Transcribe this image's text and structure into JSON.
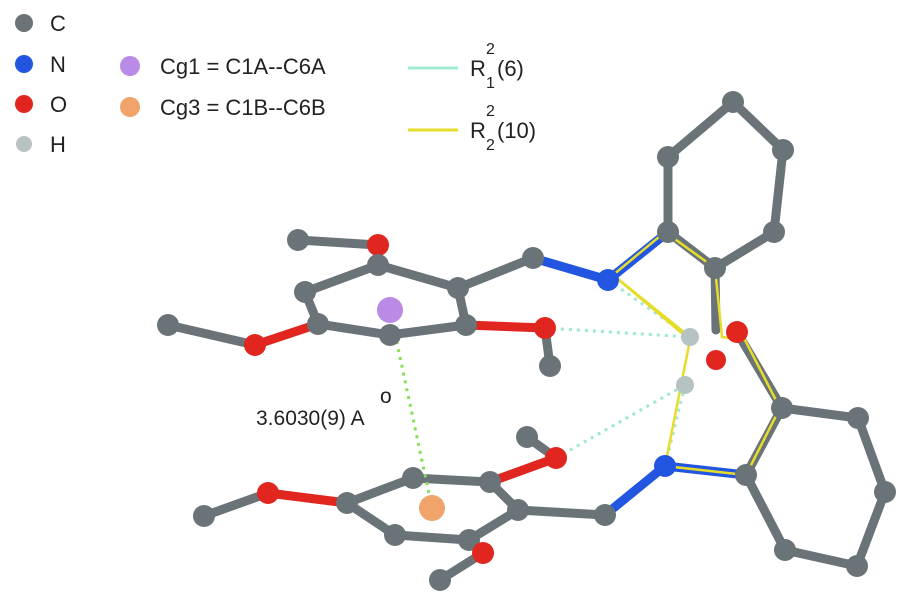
{
  "colors": {
    "carbon": "#6a7378",
    "nitrogen": "#2356e0",
    "oxygen": "#e0261e",
    "hydrogen": "#b7c2c2",
    "cg1": "#b98ae6",
    "cg3": "#f0a36a",
    "r216": "#9fe8d2",
    "r2210": "#e6dc2a",
    "contact": "#86e05a"
  },
  "legend": {
    "atoms": [
      {
        "symbol": "C",
        "color_key": "carbon"
      },
      {
        "symbol": "N",
        "color_key": "nitrogen"
      },
      {
        "symbol": "O",
        "color_key": "oxygen"
      },
      {
        "symbol": "H",
        "color_key": "hydrogen"
      }
    ],
    "centroids": [
      {
        "label": "Cg1 = C1A--C6A",
        "color_key": "cg1"
      },
      {
        "label": "Cg3 = C1B--C6B",
        "color_key": "cg3"
      }
    ],
    "motifs": [
      {
        "base": "R",
        "sup": "2",
        "sub": "1",
        "suffix": "(6)",
        "color_key": "r216"
      },
      {
        "base": "R",
        "sup": "2",
        "sub": "2",
        "suffix": "(10)",
        "color_key": "r2210"
      }
    ]
  },
  "distance": {
    "value": "3.6030(9) A",
    "ring_mark": "o"
  }
}
